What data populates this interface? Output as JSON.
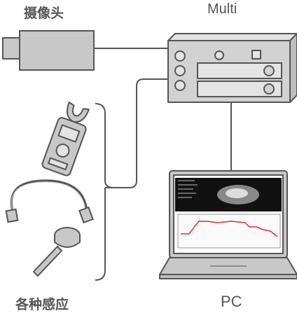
{
  "labels": {
    "camera": "摄像头",
    "multi": "Multi",
    "sensors": "各种感应",
    "pc": "PC"
  },
  "colors": {
    "stroke": "#555555",
    "fill_gray": "#c8c8c8",
    "fill_light": "#e4e4e4",
    "graph_line": "#e03030"
  },
  "icons": [
    "camera-icon",
    "multi-unit-icon",
    "clamp-meter-icon",
    "cable-sensor-icon",
    "probe-sensor-icon",
    "laptop-icon"
  ]
}
